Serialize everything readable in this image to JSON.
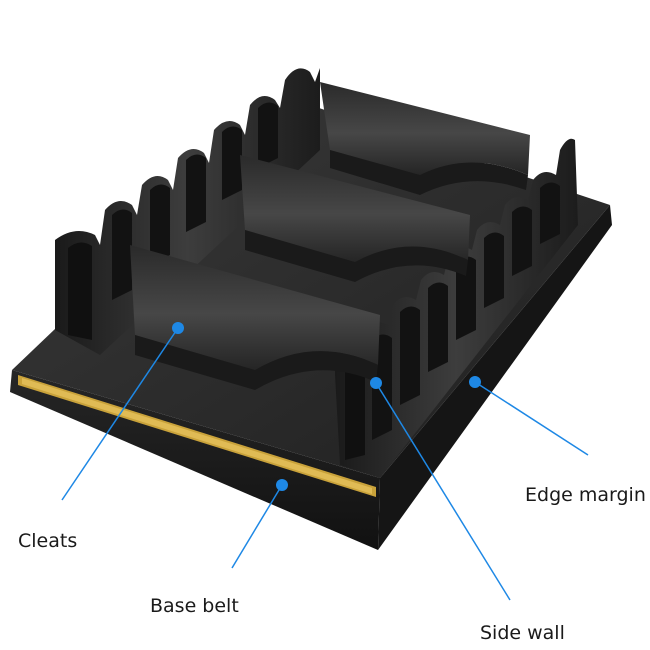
{
  "labels": {
    "cleats": "Cleats",
    "base_belt": "Base belt",
    "side_wall": "Side wall",
    "edge_margin": "Edge margin"
  },
  "colors": {
    "belt_body": "#2b2b2b",
    "belt_dark": "#161616",
    "belt_highlight": "#4a4a4a",
    "fabric_core": "#c9a23a",
    "callout": "#1e88e5"
  }
}
